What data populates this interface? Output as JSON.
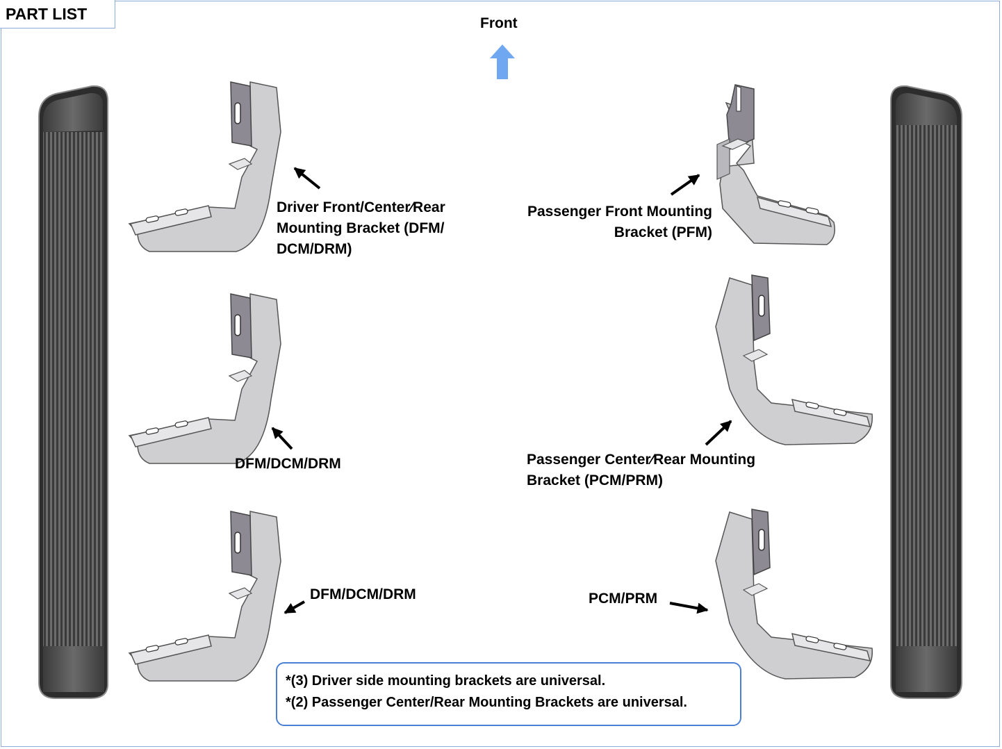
{
  "header": {
    "title": "PART LIST"
  },
  "direction": {
    "label": "Front"
  },
  "labels": {
    "driver_front": [
      "Driver Front/Center⁄Rear",
      "Mounting Bracket (DFM/",
      "DCM/DRM)"
    ],
    "driver_mid": "DFM/DCM/DRM",
    "driver_low": "DFM/DCM/DRM",
    "passenger_front": [
      "Passenger Front Mounting",
      "Bracket (PFM)"
    ],
    "passenger_center": [
      "Passenger Center⁄Rear Mounting",
      "Bracket (PCM/PRM)"
    ],
    "passenger_low": "PCM/PRM"
  },
  "notes": [
    "*(3) Driver side mounting brackets are universal.",
    "*(2) Passenger Center/Rear Mounting Brackets are universal."
  ],
  "colors": {
    "frame_border": "#8eaadb",
    "note_border": "#4a7fd4",
    "front_arrow": "#6fa8f0",
    "bracket_fill": "#cfcfd1",
    "bracket_tab": "#8d8a94"
  }
}
